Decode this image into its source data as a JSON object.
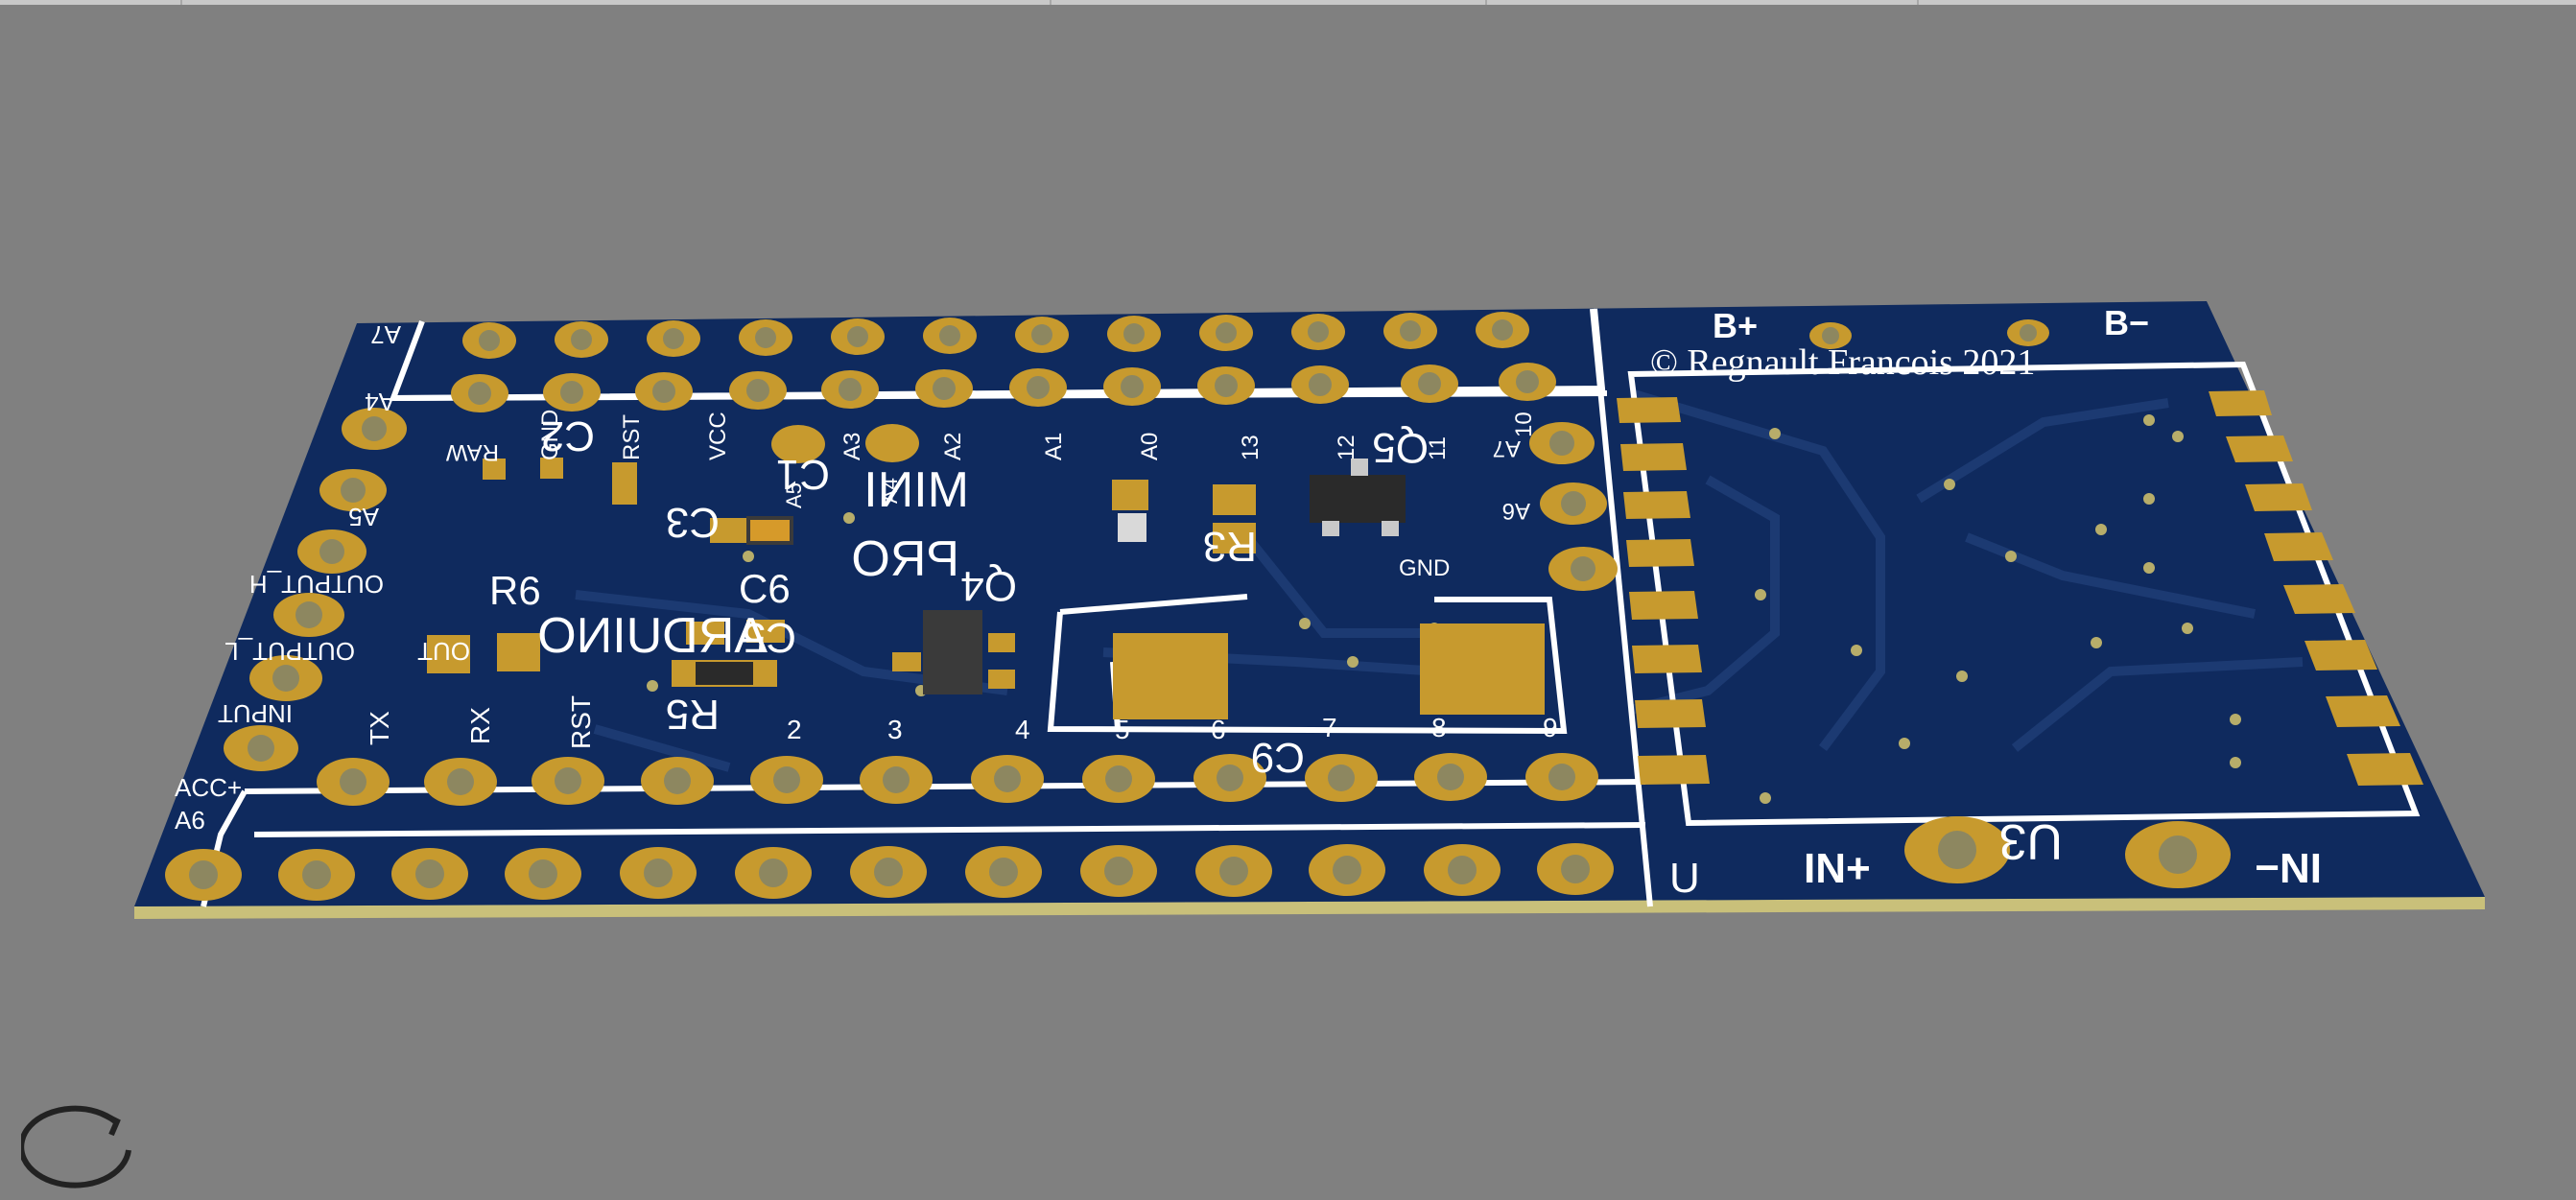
{
  "app": {
    "view": "3D board view"
  },
  "colors": {
    "background": "#808080",
    "board": "#0f2a5e",
    "board_edge": "#c9c07a",
    "pad": "#c79a2e",
    "pad_hole": "#8d8760",
    "silkscreen": "#ffffff",
    "trace": "#1c3a72",
    "component_body": "#2a2a2a"
  },
  "silkscreen": {
    "copyright": "© Regnault Francois 2021",
    "designators": {
      "c2": "C2",
      "c3": "C3",
      "c1": "C1",
      "c6": "C6",
      "c5": "C5",
      "c9": "C9",
      "r6": "R6",
      "r5": "R5",
      "r3": "R3",
      "q4": "Q4",
      "q5": "Q5",
      "u3": "U3"
    },
    "board_title": {
      "line1": "ARDUINO",
      "line2": "PRO",
      "line3": "MINI"
    },
    "top_pins": [
      "RAW",
      "GND",
      "RST",
      "VCC",
      "A3",
      "A2",
      "A1",
      "A0",
      "13",
      "12",
      "11",
      "10"
    ],
    "bottom_pins": [
      "TX",
      "RX",
      "RST",
      "2",
      "3",
      "4",
      "5",
      "6",
      "7",
      "8",
      "9"
    ],
    "left_labels": [
      "A7",
      "A4",
      "A5",
      "OUTPUT_H",
      "OUTPUT_L",
      "INPUT",
      "ACC+",
      "A6"
    ],
    "right_labels": [
      "A7",
      "A6",
      "GND"
    ],
    "corner_labels": {
      "b_plus": "B+",
      "b_minus": "B−",
      "in_plus": "IN+",
      "in_minus": "IN−",
      "u_mark": "U"
    },
    "misc": {
      "a4_inner": "A4",
      "a5_inner": "A5"
    }
  },
  "controls": {
    "rotate": "rotate-icon"
  }
}
